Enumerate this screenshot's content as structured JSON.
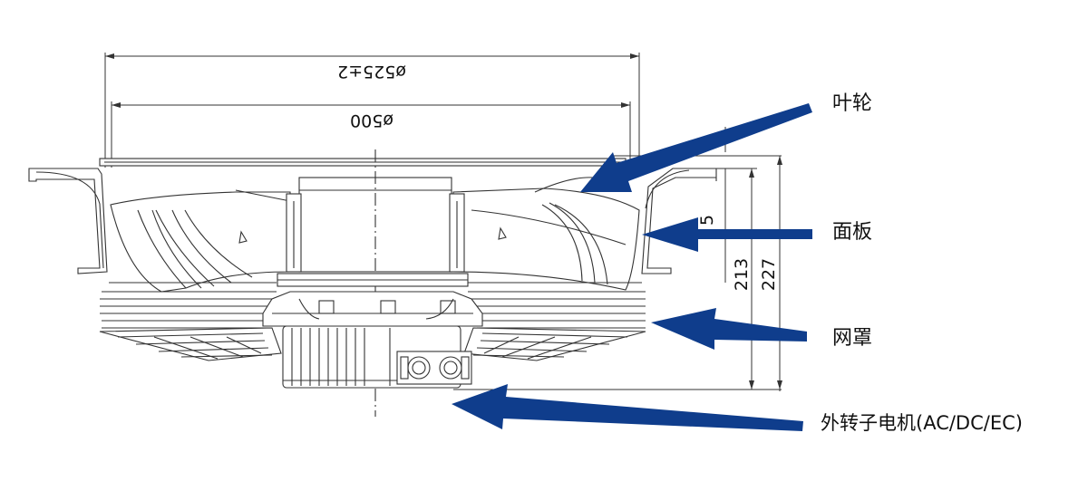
{
  "labels": {
    "impeller": "叶轮",
    "panel": "面板",
    "guard": "网罩",
    "motor": "外转子电机(AC/DC/EC)"
  },
  "dimensions": {
    "outer_diameter": "ø525±2",
    "impeller_diameter": "ø500",
    "height_inner": "213",
    "height_outer": "227",
    "panel_offset": "5"
  },
  "colors": {
    "arrow": "#0f3d8c",
    "line": "#333333"
  }
}
